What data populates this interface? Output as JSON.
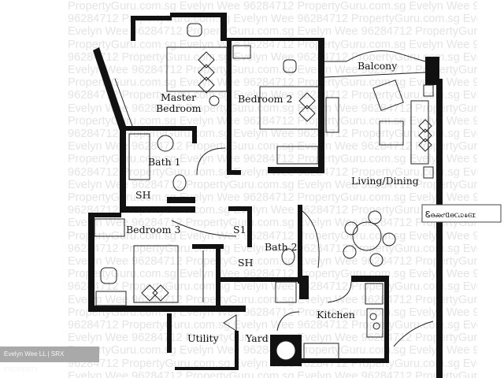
{
  "watermark": {
    "lines": [
      "PropertyGuru.com.sg Evelyn Wee 96284712 PropertyGuru.com.sg Evelyn Wee 96284",
      "96284712 PropertyGuru.com.sg Evelyn Wee 96284712 PropertyGuru.com.sg Evelyn W",
      "Evelyn Wee 96284712 PropertyGuru.com.sg Evelyn Wee 96284712 PropertyGuru.com",
      "PropertyGuru.com.sg Evelyn Wee 96284712 PropertyGuru.com.sg Evelyn Wee 96284",
      "96284712 PropertyGuru.com.sg Evelyn Wee 96284712 PropertyGuru.com.sg Evelyn W",
      "Evelyn Wee 96284712 PropertyGuru.com.sg Evelyn Wee 96284712 PropertyGuru.com",
      "PropertyGuru.com.sg Evelyn Wee 96284712 PropertyGuru.com.sg Evelyn Wee 96284",
      "96284712 PropertyGuru.com.sg Evelyn Wee 96284712 PropertyGuru.com.sg Evelyn W",
      "Evelyn Wee 96284712 PropertyGuru.com.sg Evelyn Wee 96284712 PropertyGuru.com",
      "PropertyGuru.com.sg Evelyn Wee 96284712 PropertyGuru.com.sg Evelyn Wee 96284",
      "96284712 PropertyGuru.com.sg Evelyn Wee 96284712 PropertyGuru.com.sg Evelyn W",
      "Evelyn Wee 96284712 PropertyGuru.com.sg Evelyn Wee 96284712 PropertyGuru.com",
      "PropertyGuru.com.sg Evelyn Wee 96284712 PropertyGuru.com.sg Evelyn Wee 96284",
      "96284712 PropertyGuru.com.sg Evelyn Wee 96284712 PropertyGuru.com.sg Evelyn W",
      "Evelyn Wee 96284712 PropertyGuru.com.sg Evelyn Wee 96284712 PropertyGuru.com",
      "PropertyGuru.com.sg Evelyn Wee 96284712 PropertyGuru.com.sg Evelyn Wee 96284",
      "96284712 PropertyGuru.com.sg Evelyn Wee 96284712 PropertyGuru.com.sg Evelyn W",
      "Evelyn Wee 96284712 PropertyGuru.com.sg Evelyn Wee 96284712 PropertyGuru.com",
      "PropertyGuru.com.sg Evelyn Wee 96284712 PropertyGuru.com.sg Evelyn Wee 96284",
      "96284712 PropertyGuru.com.sg Evelyn Wee 96284712 PropertyGuru.com.sg Evelyn W",
      "Evelyn Wee 96284712 PropertyGuru.com.sg Evelyn Wee 96284712 PropertyGuru.com",
      "PropertyGuru.com.sg Evelyn Wee 96284712 PropertyGuru.com.sg Evelyn Wee 96284",
      "96284712 PropertyGuru.com.sg Evelyn Wee 96284712 PropertyGuru.com.sg Evelyn W",
      "Evelyn Wee 96284712 PropertyGuru.com.sg Evelyn Wee 96284712 PropertyGuru.com",
      "PropertyGuru.com.sg Evelyn Wee 96284712 PropertyGuru.com.sg Evelyn Wee 96284",
      "96284712 PropertyGuru.com.sg Evelyn Wee 96284712 PropertyGuru.com.sg Evelyn W",
      "Evelyn Wee 96284712 PropertyGuru.com.sg Evelyn Wee 96284712 PropertyGuru.com",
      "PropertyGuru.com.sg Evelyn Wee 96284712 PropertyGuru.com.sg Evelyn Wee 96284",
      "96284712 PropertyGuru.com.sg Evelyn Wee 96284712 PropertyGuru.com.sg Evelyn W",
      "Evelyn Wee 96284712 PropertyGuru.com.sg Evelyn Wee 96284712 PropertyGuru.com"
    ]
  },
  "rooms": {
    "master_bedroom_line1": "Master",
    "master_bedroom_line2": "Bedroom",
    "bedroom2": "Bedroom 2",
    "bath1": "Bath 1",
    "sh1": "SH",
    "balcony": "Balcony",
    "living_dining": "Living/Dining",
    "bedroom3": "Bedroom 3",
    "s1": "S1",
    "bath2": "Bath 2",
    "sh2": "SH",
    "kitchen": "Kitchen",
    "utility": "Utility",
    "yard": "Yard"
  },
  "badge": {
    "text": "Evelyn Wee LL | SRX PROPERTY"
  },
  "colors": {
    "wall": "#111111",
    "watermark": "#e4e4e4",
    "badge_bg": "#a9a9a9",
    "badge_text": "#f4f4f4"
  }
}
